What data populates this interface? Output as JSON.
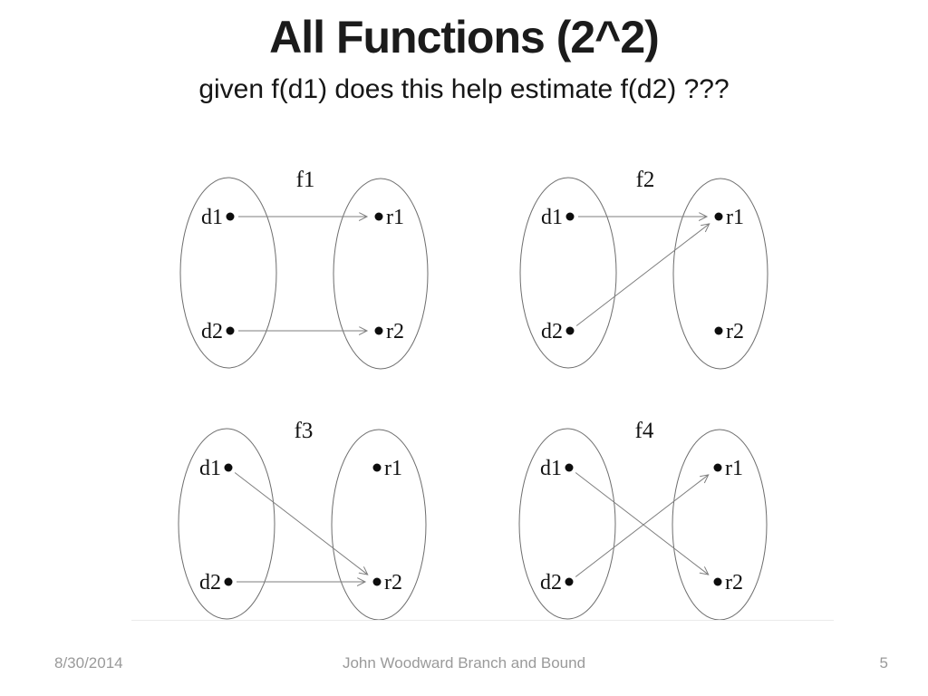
{
  "slide": {
    "title": "All Functions (2^2)",
    "subtitle": "given f(d1) does this help estimate f(d2) ???",
    "footer": {
      "date": "8/30/2014",
      "center": "John Woodward Branch and Bound",
      "page": "5"
    }
  },
  "colors": {
    "ellipse_stroke": "#6e6e6e",
    "arrow_stroke": "#7e7e7e",
    "dot_fill": "#0d0d0d",
    "node_label": "#111111",
    "diagram_label": "#111111"
  },
  "diagrams": [
    {
      "label": "f1",
      "domain": [
        "d1",
        "d2"
      ],
      "range": [
        "r1",
        "r2"
      ],
      "mappings": [
        {
          "from": "d1",
          "to": "r1"
        },
        {
          "from": "d2",
          "to": "r2"
        }
      ]
    },
    {
      "label": "f2",
      "domain": [
        "d1",
        "d2"
      ],
      "range": [
        "r1",
        "r2"
      ],
      "mappings": [
        {
          "from": "d1",
          "to": "r1"
        },
        {
          "from": "d2",
          "to": "r1"
        }
      ]
    },
    {
      "label": "f3",
      "domain": [
        "d1",
        "d2"
      ],
      "range": [
        "r1",
        "r2"
      ],
      "mappings": [
        {
          "from": "d1",
          "to": "r2"
        },
        {
          "from": "d2",
          "to": "r2"
        }
      ]
    },
    {
      "label": "f4",
      "domain": [
        "d1",
        "d2"
      ],
      "range": [
        "r1",
        "r2"
      ],
      "mappings": [
        {
          "from": "d1",
          "to": "r2"
        },
        {
          "from": "d2",
          "to": "r1"
        }
      ]
    }
  ]
}
